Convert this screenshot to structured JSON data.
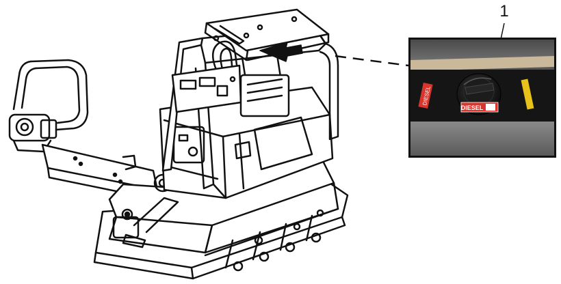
{
  "callout": {
    "number": "1"
  },
  "fuel_cap": {
    "label": "DIESEL",
    "side_label": "DIESEL"
  },
  "colors": {
    "ink": "#111111",
    "label_red": "#d9352c",
    "label_yellow": "#e6c21a"
  }
}
